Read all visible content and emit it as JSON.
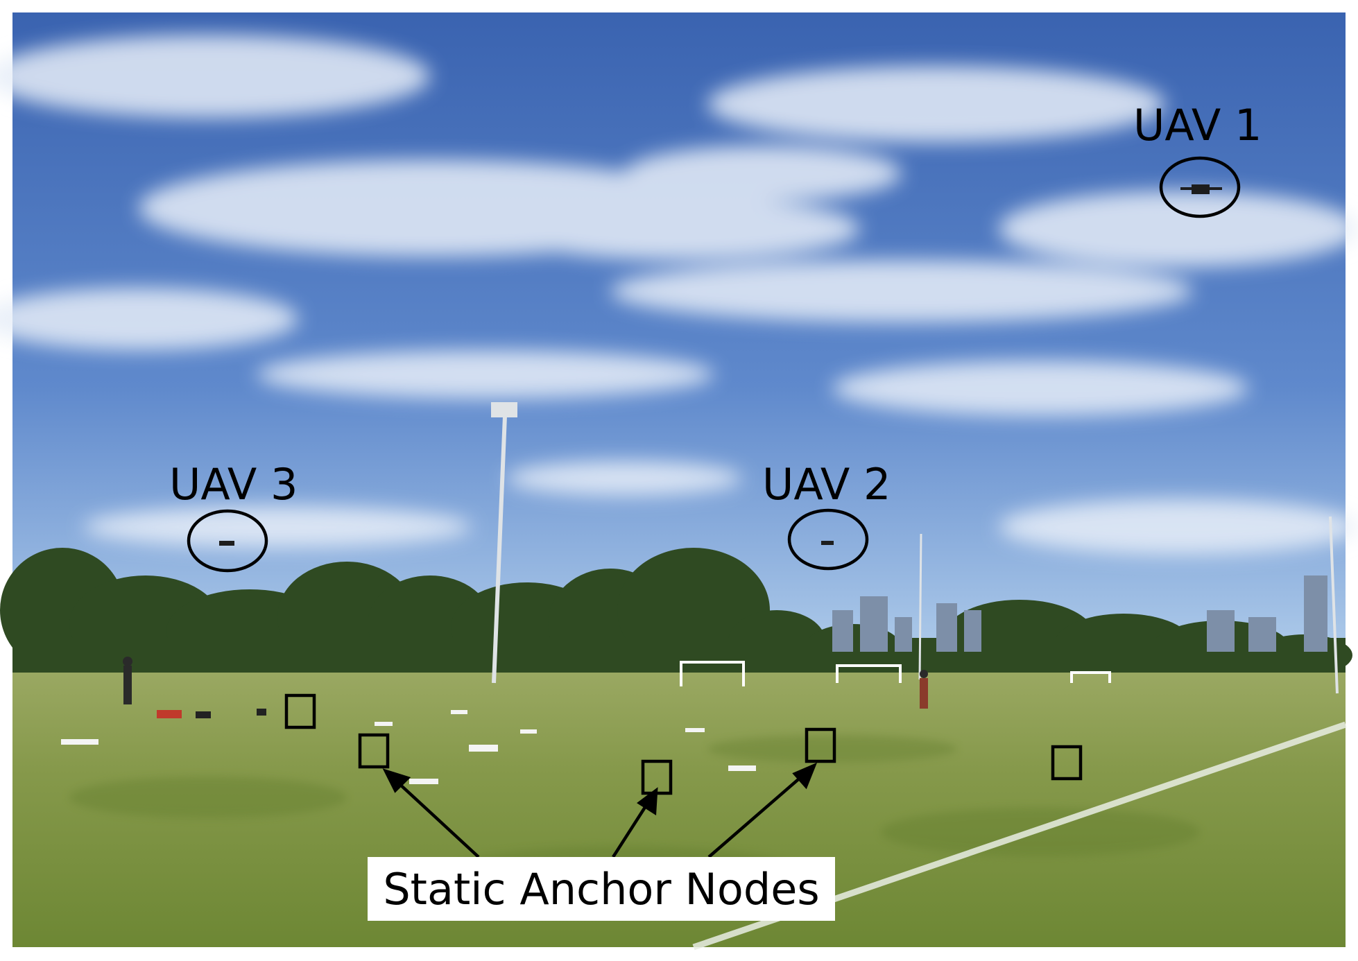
{
  "labels": {
    "uav1": "UAV 1",
    "uav2": "UAV 2",
    "uav3": "UAV 3",
    "anchors": "Static Anchor Nodes"
  },
  "colors": {
    "sky_top": "#3f68b4",
    "sky_horizon": "#b9d4ee",
    "grass_far": "#93a35c",
    "grass_near": "#6f8a37",
    "annotation": "#000000",
    "field_line": "#e9eee4"
  }
}
